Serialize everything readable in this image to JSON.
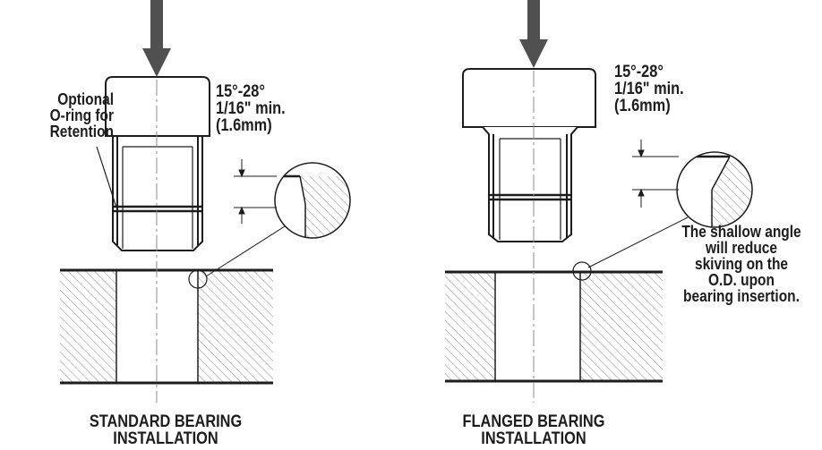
{
  "colors": {
    "ink": "#1d1d1d",
    "arrow": "#505050",
    "hatch": "#8a8a8a",
    "centerline": "#8c8c8c"
  },
  "icons": {
    "press_arrow": "down-arrow-icon"
  },
  "standard": {
    "note_lines": [
      "Optional",
      "O-ring for",
      "Retention"
    ],
    "spec_lines": [
      "15°-28°",
      "1/16\" min.",
      "(1.6mm)"
    ],
    "caption_lines": [
      "STANDARD BEARING",
      "INSTALLATION"
    ]
  },
  "flanged": {
    "spec_lines": [
      "15°-28°",
      "1/16\" min.",
      "(1.6mm)"
    ],
    "remark_lines": [
      "The shallow angle",
      "will reduce",
      "skiving on the",
      "O.D. upon",
      "bearing insertion."
    ],
    "caption_lines": [
      "FLANGED BEARING",
      "INSTALLATION"
    ]
  }
}
